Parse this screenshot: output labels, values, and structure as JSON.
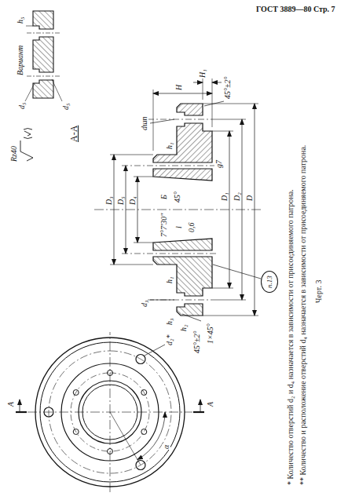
{
  "diagram": {
    "nodes": [
      {
        "text": [
          "п.13"
        ]
      }
    ],
    "labels": [
      "ГОСТ 3889—80 Стр. 7",
      "Rz40",
      "Вариант",
      "d₅",
      "h₅",
      "d₅",
      "А-А",
      "А",
      "А",
      "α",
      "d₂*",
      "D₃",
      "D₅",
      "D₄",
      "d₃",
      "dшп",
      "h₃",
      "h₁",
      "h₁",
      "h₂",
      "7°7′30″",
      "l",
      "0,6",
      "Б",
      "45°",
      "45°±2°",
      "45°±2°",
      "1×45°",
      "g7",
      "H",
      "H₁",
      "D₁",
      "D₂",
      "D",
      "* Количество отверстий d₂ и d₄ назначается в зависимости от присоединяемого патрона.",
      "** Количество и расположение отверстий d₄ назначается в зависимости от присоединяемого патрона.",
      "Черт. 3"
    ]
  }
}
